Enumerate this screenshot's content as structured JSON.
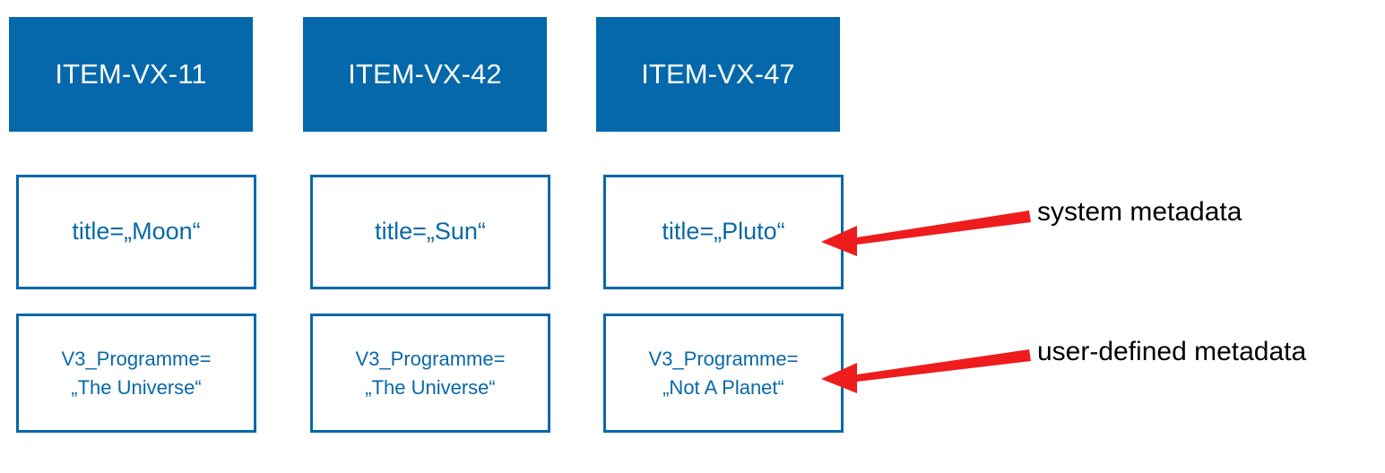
{
  "diagram": {
    "title_hidden": "",
    "colors": {
      "accent_blue": "#0568AB",
      "text_blue": "#0869A8",
      "arrow_red": "#EE1C1C",
      "header_text": "#FFFFFF",
      "annotation_text": "#000000",
      "background": "#FFFFFF"
    },
    "columns": [
      {
        "header": "ITEM-VX-11",
        "system_metadata": "title=„Moon“",
        "user_metadata": "V3_Programme=\n„The Universe“"
      },
      {
        "header": "ITEM-VX-42",
        "system_metadata": "title=„Sun“",
        "user_metadata": "V3_Programme=\n„The Universe“"
      },
      {
        "header": "ITEM-VX-47",
        "system_metadata": "title=„Pluto“",
        "user_metadata": "V3_Programme=\n„Not A Planet“"
      }
    ],
    "annotations": [
      {
        "label": "system metadata",
        "arrow": "left-pointing-red-arrow",
        "points_to": "ITEM-VX-47 system metadata box"
      },
      {
        "label": "user-defined metadata",
        "arrow": "left-pointing-red-arrow",
        "points_to": "ITEM-VX-47 user-defined metadata box"
      }
    ]
  }
}
